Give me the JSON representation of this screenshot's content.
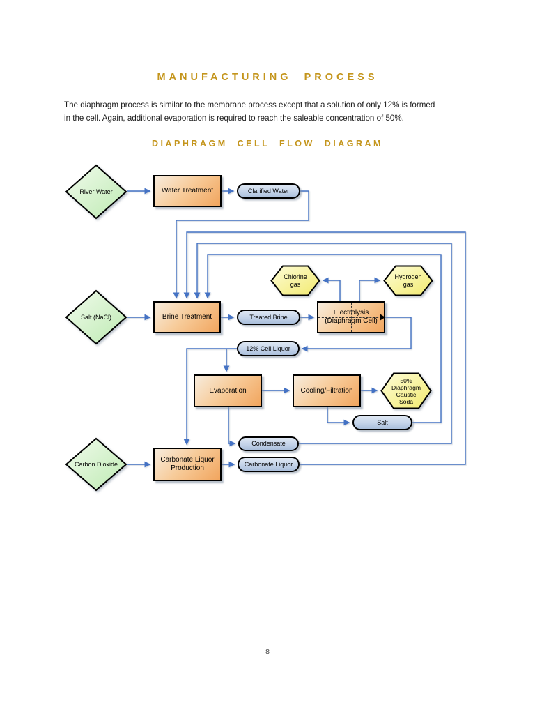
{
  "page": {
    "title": "MANUFACTURING PROCESS",
    "paragraph_line1": "The diaphragm process is similar to the membrane process except that a solution of only 12% is formed",
    "paragraph_line2": "in the cell. Again, additional evaporation is required to reach the saleable concentration of 50%.",
    "subtitle": "DIAPHRAGM CELL FLOW DIAGRAM",
    "page_number": "8"
  },
  "colors": {
    "heading_gold": "#c4951c",
    "body_text": "#1c1c1c",
    "connector_blue": "#4472c4",
    "process_orange": "#f1a55e",
    "input_green": "#c3ecb8",
    "product_yellow": "#f4ec77",
    "stream_blue": "#c4d3e9",
    "shape_border": "#000000"
  },
  "diagram": {
    "nodes": {
      "river_water": "River Water",
      "water_treatment": "Water Treatment",
      "clarified_water": "Clarified Water",
      "salt_nacl": "Salt (NaCl)",
      "brine_treatment": "Brine Treatment",
      "treated_brine": "Treated Brine",
      "chlorine_gas": "Chlorine gas",
      "hydrogen_gas": "Hydrogen gas",
      "electrolysis": "Electrolysis (Diaphragm Cell)",
      "cell_liquor_12": "12% Cell Liquor",
      "evaporation": "Evaporation",
      "cooling_filtration": "Cooling/Filtration",
      "caustic_soda_50": "50% Diaphragm Caustic Soda",
      "salt": "Salt",
      "condensate": "Condensate",
      "carbon_dioxide": "Carbon Dioxide",
      "carbonate_liquor_production": "Carbonate Liquor Production",
      "carbonate_liquor": "Carbonate Liquor"
    },
    "connections": [
      {
        "from": "River Water",
        "to": "Water Treatment"
      },
      {
        "from": "Water Treatment",
        "to": "Clarified Water"
      },
      {
        "from": "Clarified Water",
        "to": "Brine Treatment"
      },
      {
        "from": "Salt (NaCl)",
        "to": "Brine Treatment"
      },
      {
        "from": "Brine Treatment",
        "to": "Treated Brine"
      },
      {
        "from": "Treated Brine",
        "to": "Electrolysis (Diaphragm Cell)"
      },
      {
        "from": "Electrolysis (Diaphragm Cell)",
        "to": "Chlorine gas"
      },
      {
        "from": "Electrolysis (Diaphragm Cell)",
        "to": "Hydrogen gas"
      },
      {
        "from": "Electrolysis (Diaphragm Cell)",
        "to": "12% Cell Liquor"
      },
      {
        "from": "12% Cell Liquor",
        "to": "Evaporation"
      },
      {
        "from": "12% Cell Liquor",
        "to": "Carbonate Liquor Production"
      },
      {
        "from": "Evaporation",
        "to": "Cooling/Filtration"
      },
      {
        "from": "Evaporation",
        "to": "Condensate"
      },
      {
        "from": "Cooling/Filtration",
        "to": "50% Diaphragm Caustic Soda"
      },
      {
        "from": "Cooling/Filtration",
        "to": "Salt"
      },
      {
        "from": "Salt",
        "to": "Brine Treatment"
      },
      {
        "from": "Condensate",
        "to": "Brine Treatment"
      },
      {
        "from": "Carbon Dioxide",
        "to": "Carbonate Liquor Production"
      },
      {
        "from": "Carbonate Liquor Production",
        "to": "Carbonate Liquor"
      },
      {
        "from": "Carbonate Liquor",
        "to": "Brine Treatment"
      }
    ]
  }
}
